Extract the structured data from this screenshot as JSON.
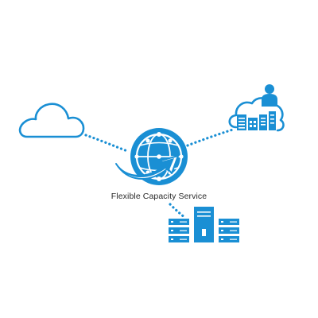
{
  "diagram": {
    "central_label": "Flexible Capacity Service",
    "nodes": [
      {
        "id": "public-cloud",
        "icon": "cloud-icon"
      },
      {
        "id": "hybrid-cloud",
        "icon": "cloud-datacenter-user-icon"
      },
      {
        "id": "on-prem-servers",
        "icon": "server-rack-icon"
      },
      {
        "id": "flexible-capacity-hub",
        "icon": "globe-network-arrow-icon"
      }
    ],
    "colors": {
      "accent": "#1a8fd4",
      "text": "#2a2a2a",
      "background": "#ffffff"
    }
  }
}
